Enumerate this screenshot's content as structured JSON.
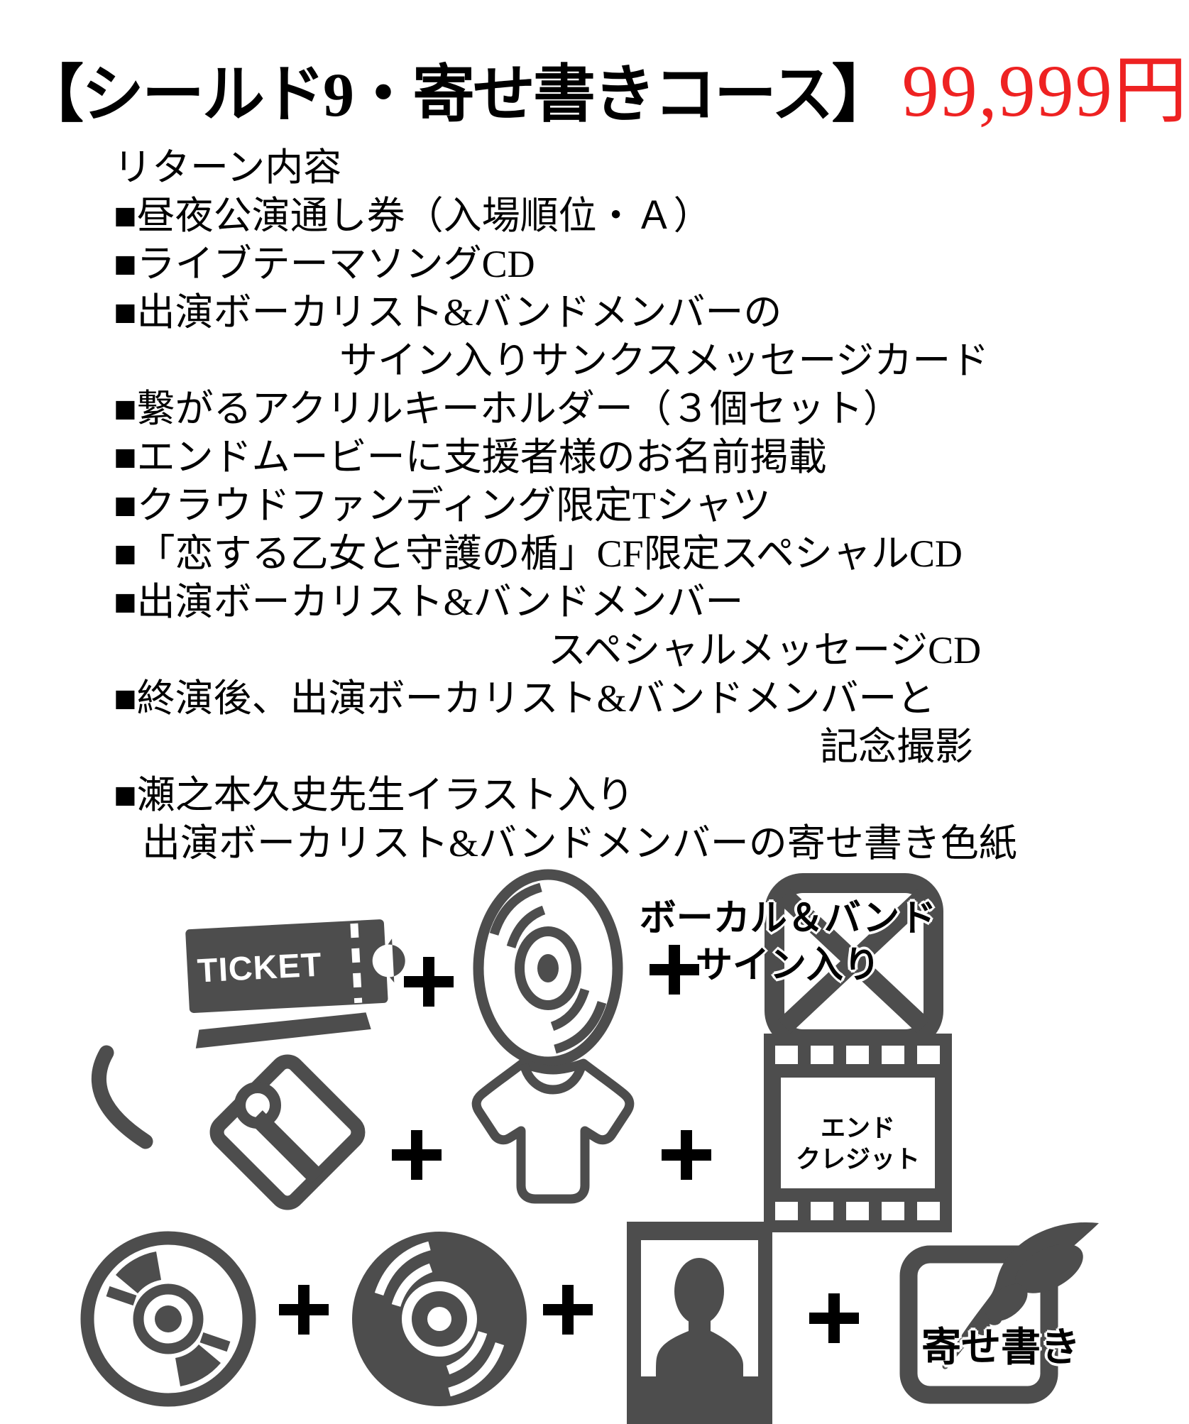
{
  "colors": {
    "icon_gray": "#4d4d4d",
    "price_red": "#ee2222",
    "text_black": "#000000",
    "background": "#ffffff"
  },
  "header": {
    "course_name": "【シールド9・寄せ書きコース】",
    "price": "99,999円"
  },
  "returns": {
    "heading": "リターン内容",
    "items": [
      {
        "text": "■昼夜公演通し券（入場順位・Ａ）"
      },
      {
        "text": "■ライブテーマソングCD"
      },
      {
        "text": "■出演ボーカリスト&バンドメンバーの"
      },
      {
        "text": "サイン入りサンクスメッセージカード"
      },
      {
        "text": "■繋がるアクリルキーホルダー（３個セット）"
      },
      {
        "text": "■エンドムービーに支援者様のお名前掲載"
      },
      {
        "text": "■クラウドファンディング限定Tシャツ"
      },
      {
        "text": "■「恋する乙女と守護の楯」CF限定スペシャルCD"
      },
      {
        "text": "■出演ボーカリスト&バンドメンバー"
      },
      {
        "text": "スペシャルメッセージCD"
      },
      {
        "text": "■終演後、出演ボーカリスト&バンドメンバーと"
      },
      {
        "text": "記念撮影"
      },
      {
        "text": "■瀬之本久史先生イラスト入り"
      },
      {
        "text": "出演ボーカリスト&バンドメンバーの寄せ書き色紙"
      }
    ]
  },
  "icons": {
    "ticket_label": "TICKET",
    "envelope_overlay_line1": "ボーカル＆バンド",
    "envelope_overlay_line2": "サイン入り",
    "film_label_line1": "エンド",
    "film_label_line2": "クレジット",
    "signing_label": "寄せ書き"
  }
}
